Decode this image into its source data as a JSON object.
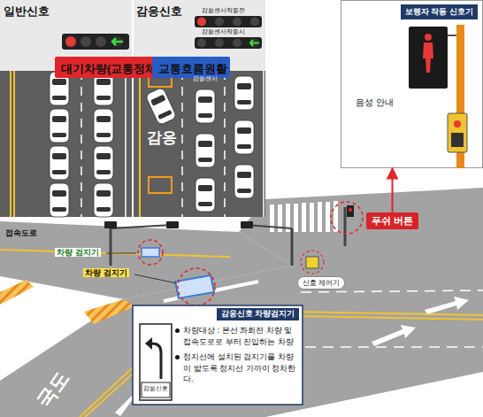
{
  "diagram": {
    "nodes": [
      {
        "text": [
          "일반신호"
        ]
      },
      {
        "text": [
          "대기차량(교통정체)"
        ],
        "in": 0
      },
      {
        "text": [
          "감응신호"
        ]
      },
      {
        "text": [
          "교통흐름원활"
        ],
        "in": 2
      },
      {
        "text": [
          "보행자 작동 신호기"
        ]
      },
      {
        "text": [
          "푸쉬 버튼"
        ]
      },
      {
        "text": [
          "감응신호 차량검지기",
          "차량대상 : 본선 좌회전 차량 및 접속도로로 부터 진입하는 차량",
          "정지선에 설치된 검지기를 차량이 밟도록 정지선 가까이 정차한다."
        ]
      },
      {
        "text": [
          "신호 제어기"
        ]
      }
    ],
    "edges": [
      {
        "from": 5,
        "to": 4,
        "arrow": "to"
      }
    ],
    "labels": [
      "감응센서작동전",
      "감응센서작동시",
      "감응센서",
      "감응",
      "음성 안내",
      "접속도로",
      "차량 검지기",
      "차량 검지기",
      "국도",
      "감응신호"
    ]
  }
}
